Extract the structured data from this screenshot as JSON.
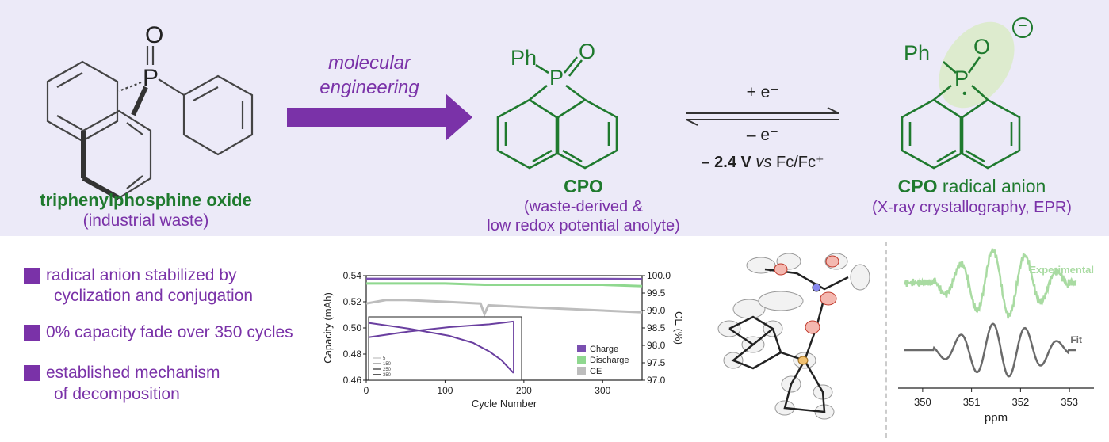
{
  "colors": {
    "green": "#1f7a2e",
    "purple": "#7a32a8",
    "panel": "#eceaf8"
  },
  "top": {
    "tppo_atom_o": "O",
    "tppo_atom_p": "P",
    "tppo_name": "triphenylphosphine oxide",
    "tppo_note": "(industrial waste)",
    "arrow_line1": "molecular",
    "arrow_line2": "engineering",
    "cpo_ph": "Ph",
    "cpo_o": "O",
    "cpo_p": "P",
    "cpo_name": "CPO",
    "cpo_note1": "(waste-derived &",
    "cpo_note2": "low redox potential anolyte)",
    "redox_plus": "+ e⁻",
    "redox_minus": "– e⁻",
    "redox_voltage": "– 2.4 V",
    "redox_vs": "vs",
    "redox_ref": "Fc/Fc⁺",
    "rad_ph": "Ph",
    "rad_o": "O",
    "rad_charge": "−",
    "rad_p": "P",
    "rad_dot": "•",
    "rad_name_bold": "CPO",
    "rad_name_rest": "radical anion",
    "rad_note": "(X-ray crystallography, EPR)"
  },
  "bullets": [
    {
      "line1": "radical anion stabilized by",
      "line2": "cyclization and conjugation"
    },
    {
      "line1": "0% capacity fade over 350 cycles",
      "line2": ""
    },
    {
      "line1": "established mechanism",
      "line2": "of decomposition"
    }
  ],
  "chart_data": [
    {
      "type": "scatter",
      "xlabel": "Cycle Number",
      "ylabel": "Capacity (mAh)",
      "y2label": "CE (%)",
      "xlim": [
        0,
        350
      ],
      "ylim": [
        0.46,
        0.54
      ],
      "y2lim": [
        97.0,
        100.0
      ],
      "xticks": [
        0,
        100,
        200,
        300
      ],
      "yticks": [
        0.46,
        0.48,
        0.5,
        0.52,
        0.54
      ],
      "y2ticks": [
        97.0,
        97.5,
        98.0,
        98.5,
        99.0,
        99.5,
        100.0
      ],
      "legend_position": "bottom-right",
      "series": [
        {
          "name": "Charge",
          "color": "#7a4fb0",
          "axis": "left",
          "x": [
            0,
            50,
            100,
            150,
            200,
            250,
            300,
            350
          ],
          "y": [
            0.5375,
            0.5375,
            0.5375,
            0.5374,
            0.5374,
            0.5374,
            0.5374,
            0.5373
          ]
        },
        {
          "name": "Discharge",
          "color": "#8fd88f",
          "axis": "left",
          "x": [
            0,
            50,
            100,
            150,
            200,
            250,
            300,
            350
          ],
          "y": [
            0.534,
            0.534,
            0.534,
            0.533,
            0.533,
            0.533,
            0.533,
            0.532
          ]
        },
        {
          "name": "CE",
          "color": "#bdbdbd",
          "axis": "right",
          "x": [
            0,
            25,
            50,
            100,
            145,
            150,
            155,
            200,
            250,
            300,
            350
          ],
          "y": [
            99.2,
            99.3,
            99.3,
            99.25,
            99.2,
            98.9,
            99.15,
            99.1,
            99.05,
            99.0,
            98.95
          ]
        }
      ],
      "inset": {
        "legend": [
          "5",
          "150",
          "250",
          "350"
        ],
        "charge_x": [
          0,
          50,
          100,
          150,
          180
        ],
        "charge_y": [
          0.49,
          0.494,
          0.497,
          0.499,
          0.501
        ],
        "discharge_x": [
          0,
          50,
          100,
          130,
          150,
          165,
          175,
          180
        ],
        "discharge_y": [
          0.5,
          0.496,
          0.491,
          0.486,
          0.48,
          0.474,
          0.468,
          0.465
        ]
      }
    },
    {
      "type": "line",
      "xlabel": "ppm",
      "xlim": [
        349.5,
        353.5
      ],
      "xticks": [
        350,
        351,
        352,
        353
      ],
      "series": [
        {
          "name": "Experimental",
          "color": "#a9dba2"
        },
        {
          "name": "Fit",
          "color": "#6a6a6a"
        }
      ]
    }
  ]
}
